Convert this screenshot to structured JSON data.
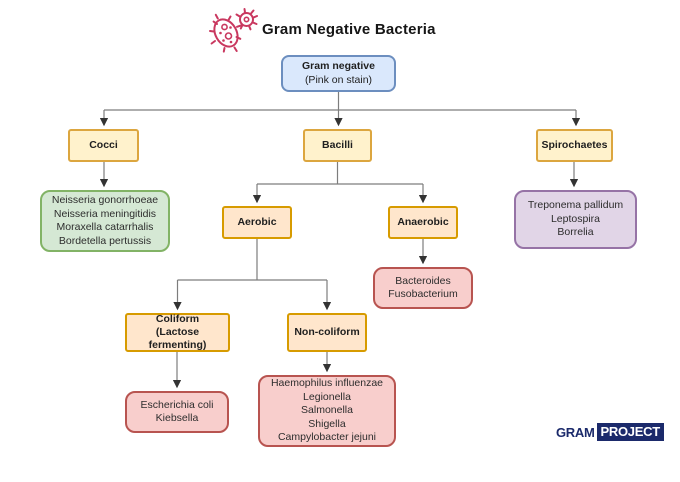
{
  "header": {
    "title": "Gram Negative Bacteria",
    "icon": "bacteria-icon",
    "icon_color": "#c9385f"
  },
  "nodes": {
    "root": {
      "label": "Gram negative",
      "sublabel": "(Pink on stain)",
      "style": "blue"
    },
    "cocci": {
      "label": "Cocci",
      "style": "yellow"
    },
    "bacilli": {
      "label": "Bacilli",
      "style": "yellow"
    },
    "spirochaetes": {
      "label": "Spirochaetes",
      "style": "yellow"
    },
    "cocci_species": {
      "label": "Neisseria gonorrhoeae\nNeisseria meningitidis\nMoraxella catarrhalis\nBordetella pertussis",
      "style": "green"
    },
    "aerobic": {
      "label": "Aerobic",
      "style": "peach"
    },
    "anaerobic": {
      "label": "Anaerobic",
      "style": "peach"
    },
    "anaerobic_species": {
      "label": "Bacteroides\nFusobacterium",
      "style": "red"
    },
    "coliform": {
      "label": "Coliform\n(Lactose fermenting)",
      "style": "peach"
    },
    "non_coliform": {
      "label": "Non-coliform",
      "style": "peach"
    },
    "coliform_species": {
      "label": "Escherichia coli\nKiebsella",
      "style": "red"
    },
    "non_coliform_species": {
      "label": "Haemophilus influenzae\nLegionella\nSalmonella\nShigella\nCampylobacter jejuni",
      "style": "red"
    },
    "spirochaetes_species": {
      "label": "Treponema pallidum\nLeptospira\nBorrelia",
      "style": "purple"
    }
  },
  "edges": [
    {
      "from": "root",
      "to": "cocci"
    },
    {
      "from": "root",
      "to": "bacilli"
    },
    {
      "from": "root",
      "to": "spirochaetes"
    },
    {
      "from": "cocci",
      "to": "cocci_species"
    },
    {
      "from": "bacilli",
      "to": "aerobic"
    },
    {
      "from": "bacilli",
      "to": "anaerobic"
    },
    {
      "from": "anaerobic",
      "to": "anaerobic_species"
    },
    {
      "from": "aerobic",
      "to": "coliform"
    },
    {
      "from": "aerobic",
      "to": "non_coliform"
    },
    {
      "from": "coliform",
      "to": "coliform_species"
    },
    {
      "from": "non_coliform",
      "to": "non_coliform_species"
    },
    {
      "from": "spirochaetes",
      "to": "spirochaetes_species"
    }
  ],
  "palette": {
    "blue_fill": "#dae8fc",
    "blue_border": "#6c8ebf",
    "yellow_fill": "#fff2cc",
    "yellow_border": "#dca63f",
    "peach_fill": "#ffe6cc",
    "peach_border": "#d79b00",
    "green_fill": "#d5e8d4",
    "green_border": "#82b366",
    "red_fill": "#f8cecc",
    "red_border": "#b85450",
    "purple_fill": "#e1d5e7",
    "purple_border": "#9673a6",
    "line": "#7d7d7d",
    "arrowhead": "#333333",
    "icon": "#c9385f",
    "logo_navy": "#1b2a6b"
  },
  "logo": {
    "part1": "GRAM",
    "part2": "PROJECT"
  }
}
